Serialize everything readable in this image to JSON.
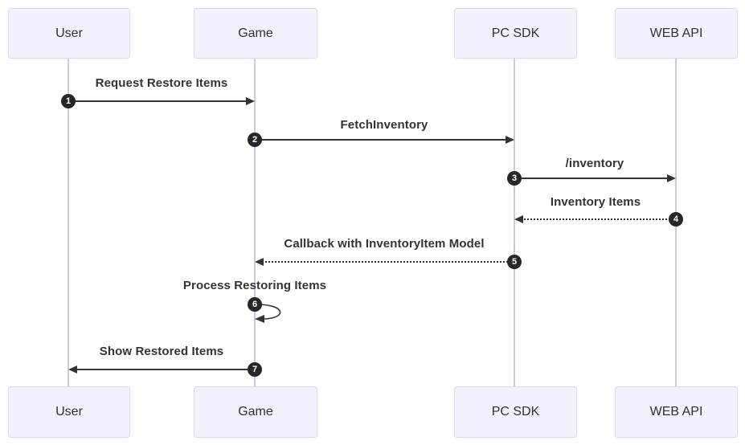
{
  "diagram": {
    "type": "sequence-diagram",
    "background": "#ffffff"
  },
  "actors": [
    {
      "id": "user",
      "label": "User"
    },
    {
      "id": "game",
      "label": "Game"
    },
    {
      "id": "pcsdk",
      "label": "PC SDK"
    },
    {
      "id": "webapi",
      "label": "WEB API"
    }
  ],
  "messages": [
    {
      "num": "1",
      "label": "Request Restore Items",
      "from": "User",
      "to": "Game",
      "line": "solid"
    },
    {
      "num": "2",
      "label": "FetchInventory",
      "from": "Game",
      "to": "PC SDK",
      "line": "solid"
    },
    {
      "num": "3",
      "label": "/inventory",
      "from": "PC SDK",
      "to": "WEB API",
      "line": "solid"
    },
    {
      "num": "4",
      "label": "Inventory Items",
      "from": "WEB API",
      "to": "PC SDK",
      "line": "dotted"
    },
    {
      "num": "5",
      "label": "Callback with InventoryItem Model",
      "from": "PC SDK",
      "to": "Game",
      "line": "dotted"
    },
    {
      "num": "6",
      "label": "Process Restoring Items",
      "from": "Game",
      "to": "Game",
      "line": "self"
    },
    {
      "num": "7",
      "label": "Show Restored Items",
      "from": "Game",
      "to": "User",
      "line": "solid"
    }
  ],
  "colors": {
    "actor_fill": "#f3f2fc",
    "actor_border": "#dbd9f0",
    "lifeline": "#cbcbe0",
    "arrow": "#333333",
    "badge_fill": "#272727",
    "badge_text": "#ffffff",
    "message_text": "#333333"
  }
}
